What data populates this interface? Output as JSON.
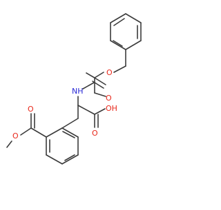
{
  "colors": {
    "bond": "#3b3b3b",
    "oxygen": "#e8271a",
    "nitrogen": "#2a2ad6",
    "carbon": "#3b3b3b"
  },
  "atoms": {
    "o_ester_chain": "O",
    "o_carbamate_carbonyl": "O",
    "nh": "NH",
    "oh": "OH",
    "o_acid_carbonyl": "O",
    "o_ester_carbonyl": "O",
    "o_methoxy": "O"
  }
}
